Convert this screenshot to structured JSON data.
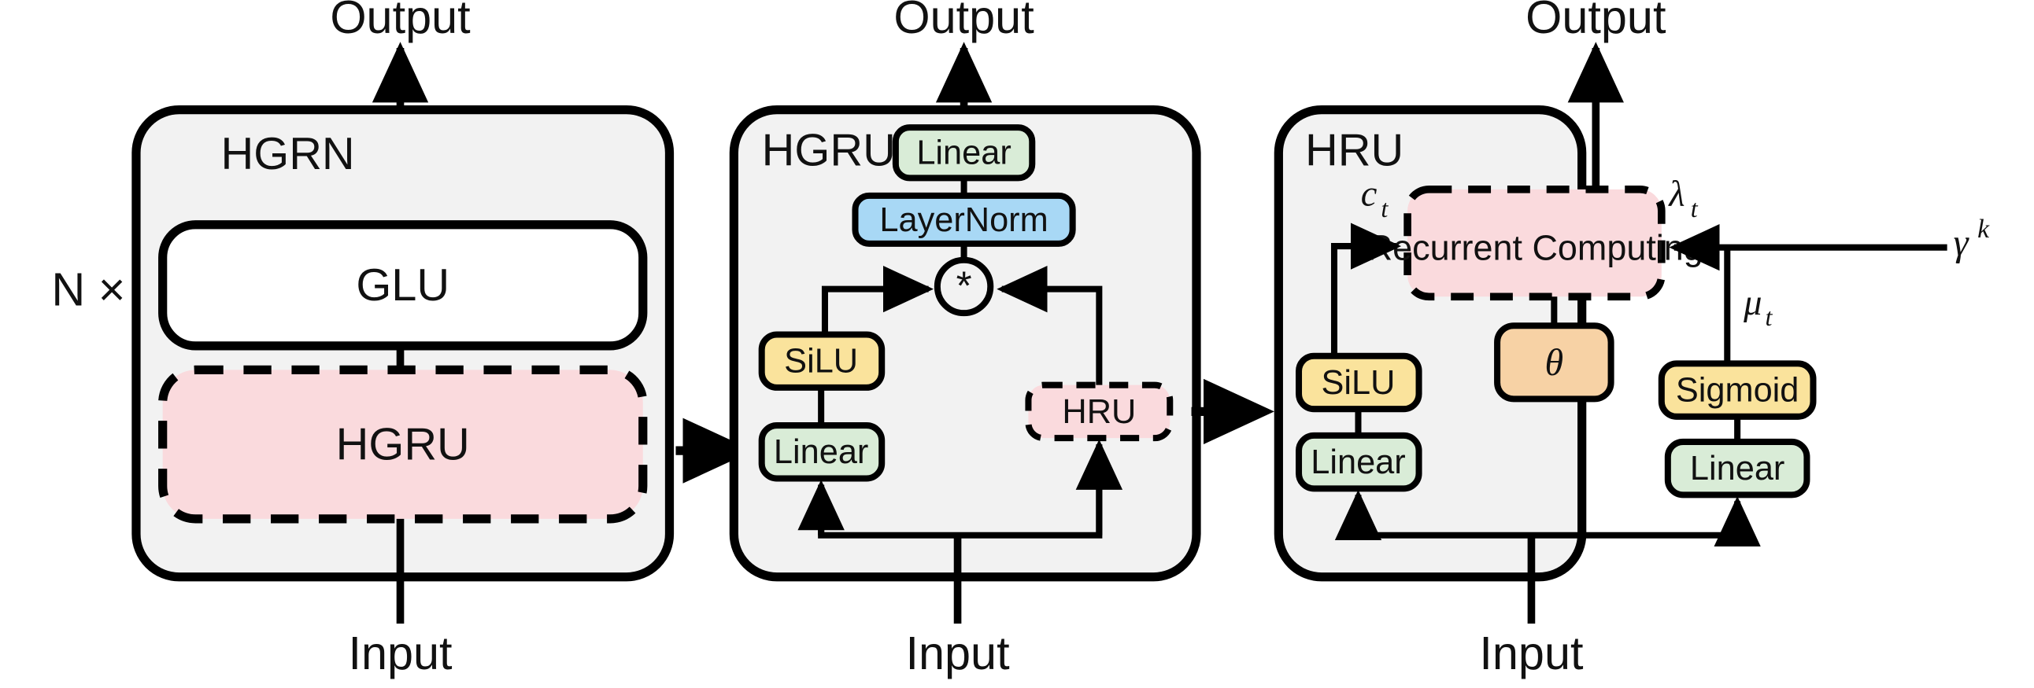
{
  "figure": {
    "type": "architecture-diagram",
    "panels": [
      {
        "id": "hgrn",
        "title": "HGRN",
        "repeat_label": "N ×",
        "top_label": "Output",
        "bottom_label": "Input",
        "blocks": [
          {
            "id": "glu",
            "label": "GLU",
            "fill": "#ffffff",
            "border": "solid"
          },
          {
            "id": "hgru",
            "label": "HGRU",
            "fill": "#fadadd",
            "border": "dashed"
          }
        ]
      },
      {
        "id": "hgru",
        "title": "HGRU",
        "top_label": "Output",
        "bottom_label": "Input",
        "blocks": [
          {
            "id": "linear-out",
            "label": "Linear",
            "fill": "#d9ecd7",
            "border": "solid"
          },
          {
            "id": "layernorm",
            "label": "LayerNorm",
            "fill": "#a8d8f5",
            "border": "solid"
          },
          {
            "id": "silu",
            "label": "SiLU",
            "fill": "#fae39c",
            "border": "solid"
          },
          {
            "id": "linear-in",
            "label": "Linear",
            "fill": "#d9ecd7",
            "border": "solid"
          },
          {
            "id": "hru",
            "label": "HRU",
            "fill": "#fadadd",
            "border": "dashed"
          }
        ],
        "operator": "*"
      },
      {
        "id": "hru",
        "title": "HRU",
        "top_label": "Output",
        "bottom_label": "Input",
        "blocks": [
          {
            "id": "recurrent-computing",
            "label": "Recurrent Computing",
            "fill": "#fadadd",
            "border": "dashed"
          },
          {
            "id": "theta",
            "label": "θ",
            "fill": "#f7d2a5",
            "border": "solid"
          },
          {
            "id": "silu",
            "label": "SiLU",
            "fill": "#fae39c",
            "border": "solid"
          },
          {
            "id": "linear-left",
            "label": "Linear",
            "fill": "#d9ecd7",
            "border": "solid"
          },
          {
            "id": "sigmoid",
            "label": "Sigmoid",
            "fill": "#fae39c",
            "border": "solid"
          },
          {
            "id": "linear-right",
            "label": "Linear",
            "fill": "#d9ecd7",
            "border": "solid"
          }
        ],
        "edge_labels": {
          "c_t": "c",
          "c_t_sub": "t",
          "lambda_t": "λ",
          "lambda_t_sub": "t",
          "mu_t": "μ",
          "mu_t_sub": "t",
          "gamma_k": "γ",
          "gamma_k_sup": "k"
        }
      }
    ],
    "connectors": [
      {
        "id": "hgrn-to-hgru",
        "style": "dashed-arrow"
      },
      {
        "id": "hgru-to-hru",
        "style": "dashed-arrow"
      }
    ],
    "colors": {
      "panel_fill": "#f2f2f2",
      "stroke": "#000000",
      "green": "#d9ecd7",
      "blue": "#a8d8f5",
      "yellow": "#fae39c",
      "orange": "#f7d2a5",
      "pink": "#fadadd",
      "white": "#ffffff"
    }
  }
}
